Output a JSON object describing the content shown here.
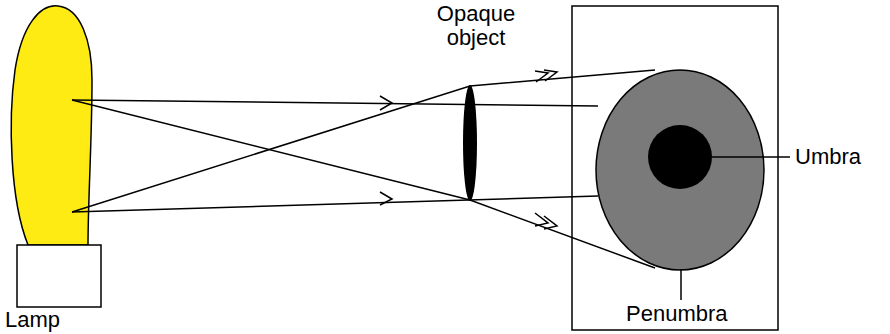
{
  "diagram": {
    "labels": [
      "Opaque object",
      "Umbra",
      "Penumbra",
      "Lamp"
    ]
  }
}
